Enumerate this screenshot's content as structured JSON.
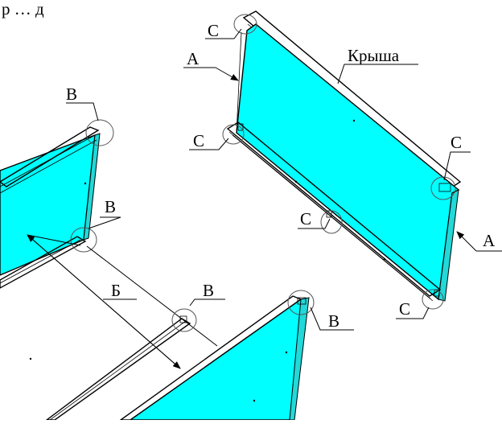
{
  "figure": {
    "header_fragment": "р … д",
    "labels": {
      "roof": "Крыша",
      "A_top": "A",
      "A_right": "A",
      "C_top_left": "C",
      "C_mid_left": "C",
      "C_right": "C",
      "C_center": "C",
      "C_bottom": "C",
      "B_left_top": "B",
      "B_left_mid": "B",
      "B_center": "B",
      "B_right": "B",
      "dimension": "Б"
    },
    "colors": {
      "panel": "#00ffff",
      "panel_shade": "#33e6e6",
      "line": "#000000"
    }
  }
}
